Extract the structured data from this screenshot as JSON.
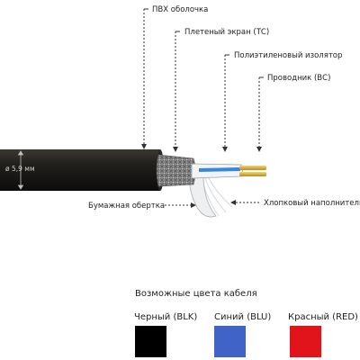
{
  "labels": {
    "pvc": "ПВХ оболочка",
    "braid": "Плетеный экран (ТС)",
    "insulator": "Полиэтиленовый изолятор",
    "conductor": "Проводник (ВС)",
    "paper": "Бумажная обертка",
    "cotton": "Хлопковый наполнитель",
    "diameter": "ø 5,9 мм"
  },
  "colors_section": {
    "title": "Возможные цвета кабеля",
    "swatches": [
      {
        "name": "Черный (BLK)",
        "color": "#000000"
      },
      {
        "name": "Синий (BLU)",
        "color": "#3f63c6"
      },
      {
        "name": "Красный (RED)",
        "color": "#e0141a"
      }
    ]
  },
  "palette": {
    "jacket": "#1a1815",
    "braid": "#8a8a8a",
    "insulator": "#f2f4f6",
    "core_stripe": "#3a86d9",
    "conductor": "#d9b23a"
  }
}
